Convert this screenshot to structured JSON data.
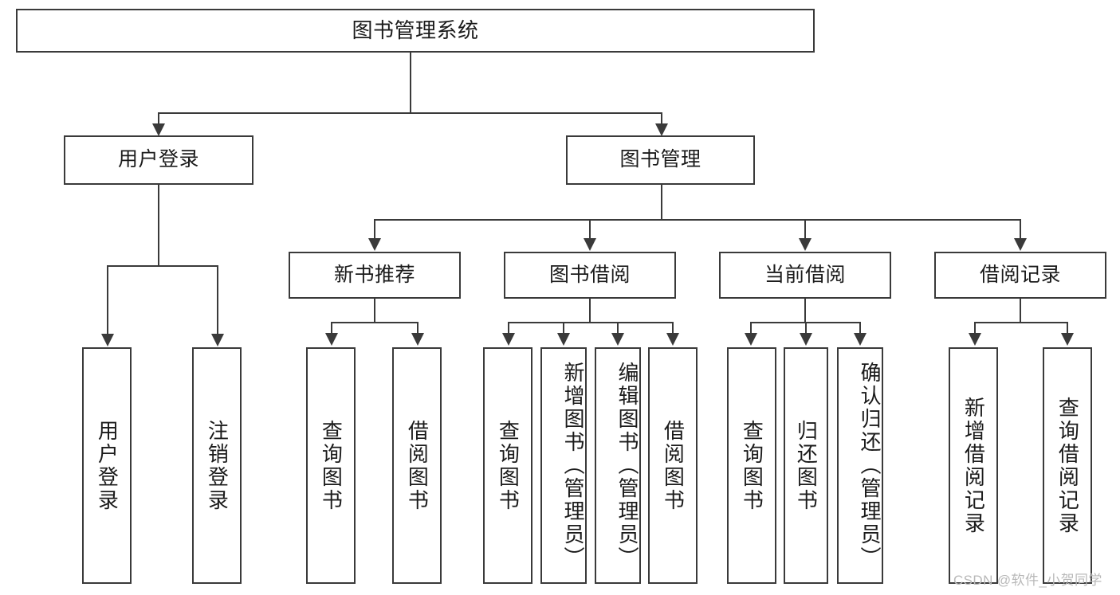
{
  "diagram": {
    "title_node": {
      "label": "图书管理系统"
    },
    "level1": [
      {
        "id": "user-login",
        "label": "用户登录"
      },
      {
        "id": "book-management",
        "label": "图书管理"
      }
    ],
    "level2": [
      {
        "id": "new-book-recommend",
        "label": "新书推荐"
      },
      {
        "id": "book-borrow",
        "label": "图书借阅"
      },
      {
        "id": "current-borrow",
        "label": "当前借阅"
      },
      {
        "id": "borrow-record",
        "label": "借阅记录"
      }
    ],
    "leaves": {
      "user_login": [
        {
          "id": "leaf-user-login",
          "label": "用户登录"
        },
        {
          "id": "leaf-logout-login",
          "label": "注销登录"
        }
      ],
      "new_book_recommend": [
        {
          "id": "leaf-query-book-1",
          "label": "查询图书"
        },
        {
          "id": "leaf-borrow-book-1",
          "label": "借阅图书"
        }
      ],
      "book_borrow": [
        {
          "id": "leaf-query-book-2",
          "label": "查询图书"
        },
        {
          "id": "leaf-add-book",
          "label": "新增图书（管理员）"
        },
        {
          "id": "leaf-edit-book",
          "label": "编辑图书（管理员）"
        },
        {
          "id": "leaf-borrow-book-2",
          "label": "借阅图书"
        }
      ],
      "current_borrow": [
        {
          "id": "leaf-query-book-3",
          "label": "查询图书"
        },
        {
          "id": "leaf-return-book",
          "label": "归还图书"
        },
        {
          "id": "leaf-confirm-return",
          "label": "确认归还（管理员）"
        }
      ],
      "borrow_record": [
        {
          "id": "leaf-add-record",
          "label": "新增借阅记录"
        },
        {
          "id": "leaf-query-record",
          "label": "查询借阅记录"
        }
      ]
    }
  },
  "watermark": {
    "text": "CSDN @软件_小贺同学"
  },
  "colors": {
    "stroke": "#3a3a3a",
    "text": "#1b1b1b",
    "background": "#ffffff",
    "watermark": "#b9b9b9"
  }
}
